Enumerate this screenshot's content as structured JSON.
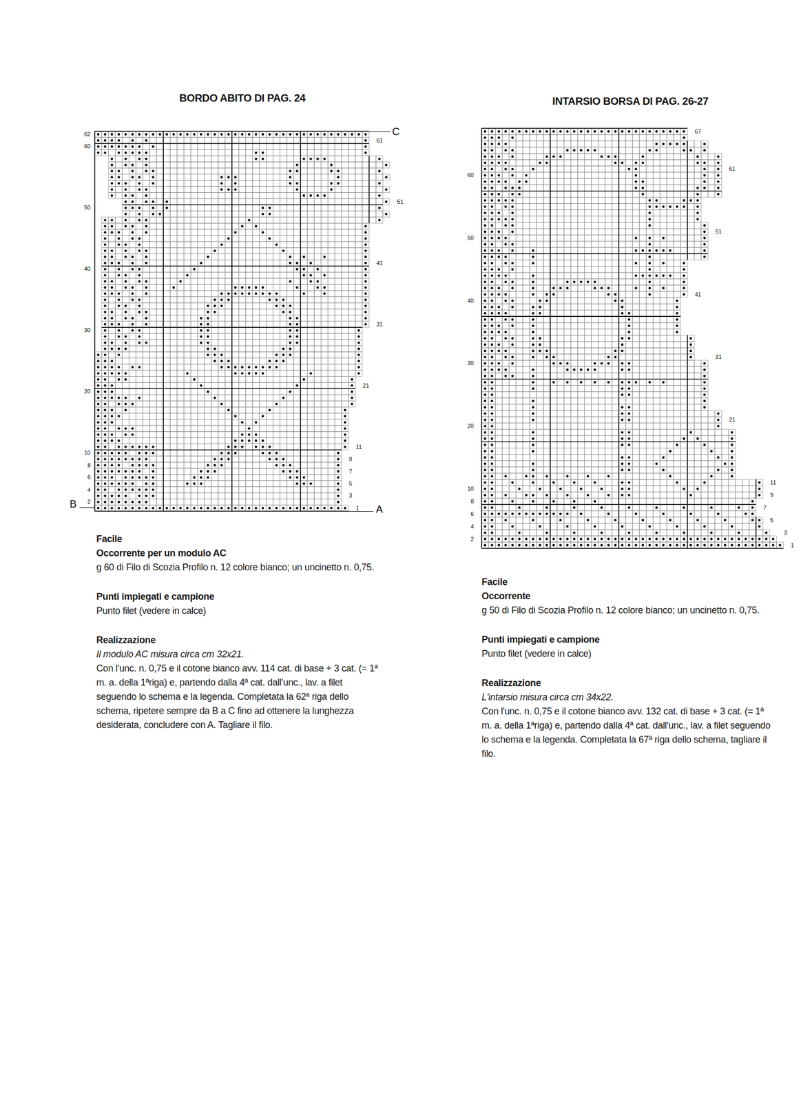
{
  "diagram": {
    "labels": [
      "BORDO ABITO DI PAG. 24",
      "62",
      "60",
      "50",
      "40",
      "30",
      "20",
      "10",
      "8",
      "6",
      "4",
      "2",
      "61",
      "51",
      "41",
      "31",
      "21",
      "11",
      "9",
      "7",
      "5",
      "3",
      "1",
      "B",
      "A",
      "C",
      "Facile",
      "Occorrente per un modulo AC",
      "g 60 di Filo di Scozia Profilo n. 12 colore bianco; un uncinetto n. 0,75.",
      "Punti impiegati e campione",
      "Punto filet (vedere in calce)",
      "Realizzazione",
      "Il modulo AC misura circa cm 32x21.",
      "Con l'unc. n. 0,75 e il cotone bianco avv. 114 cat. di base + 3 cat. (= 1ª m. a. della 1ªriga) e, partendo dalla 4ª cat. dall'unc., lav. a filet seguendo lo schema e la legenda. Completata la 62ª riga dello schema, ripetere sempre da B a C fino ad ottenere la lunghezza desiderata, concludere con A. Tagliare il filo.",
      "INTARSIO BORSA DI PAG. 26-27",
      "60",
      "50",
      "40",
      "30",
      "20",
      "10",
      "8",
      "6",
      "4",
      "2",
      "67",
      "61",
      "51",
      "41",
      "31",
      "21",
      "11",
      "9",
      "7",
      "5",
      "3",
      "1",
      "Facile",
      "Occorrente",
      "g 50 di Filo di Scozia Profilo n. 12 colore bianco; un uncinetto n. 0,75.",
      "Punti impiegati e campione",
      "Punto filet (vedere in calce)",
      "Realizzazione",
      "L'intarsio misura circa cm 34x22.",
      "Con l'unc. n. 0,75 e il cotone bianco avv. 132 cat. di base + 3 cat. (= 1ª m. a. della 1ªriga) e, partendo dalla 4ª cat. dall'unc., lav. a filet seguendo lo schema e la legenda. Completata la 67ª riga dello schema, tagliare il filo."
    ]
  }
}
